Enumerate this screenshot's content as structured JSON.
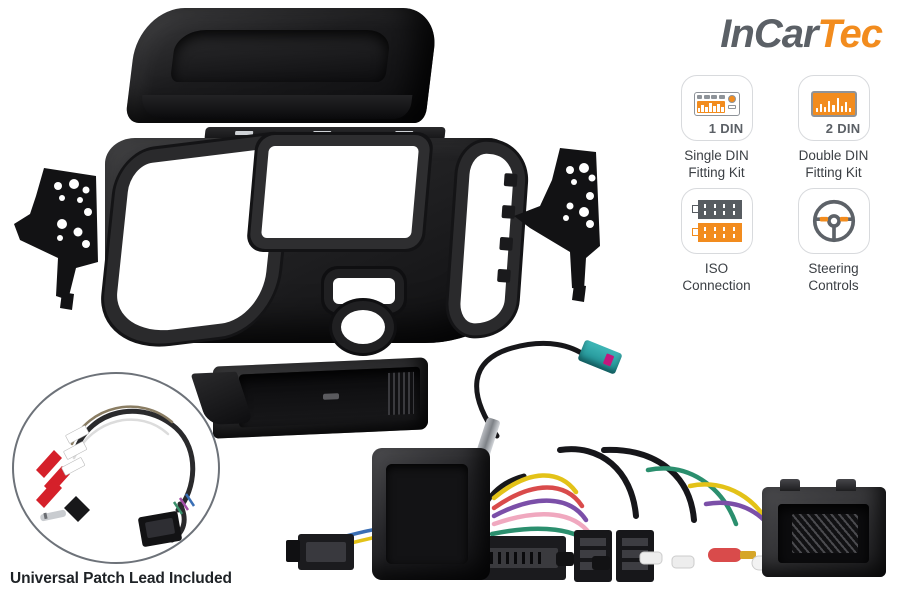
{
  "brand": {
    "name_part1": "InCar",
    "name_part2": "Tec",
    "color_dark": "#5b6066",
    "color_orange": "#f28c1e"
  },
  "features": [
    {
      "icon": "single-din-radio-icon",
      "badge": "1 DIN",
      "caption_line1": "Single DIN",
      "caption_line2": "Fitting Kit"
    },
    {
      "icon": "double-din-radio-icon",
      "badge": "2 DIN",
      "caption_line1": "Double DIN",
      "caption_line2": "Fitting Kit"
    },
    {
      "icon": "iso-connector-icon",
      "badge": "",
      "caption_line1": "ISO",
      "caption_line2": "Connection"
    },
    {
      "icon": "steering-wheel-icon",
      "badge": "",
      "caption_line1": "Steering",
      "caption_line2": "Controls"
    }
  ],
  "inset": {
    "caption": "Universal Patch Lead Included"
  },
  "parts": {
    "dash_trim": "dashboard-upper-trim-panel",
    "trim_strip": "trim-mounting-strip",
    "fascia": "double-din-fascia-panel",
    "bracket_left": "left-mounting-bracket",
    "bracket_right": "right-mounting-bracket",
    "pocket": "single-din-storage-pocket",
    "module": "steering-control-interface-module",
    "antenna_adapter": "fakra-antenna-adapter-lead",
    "speaker_block": "dashboard-speaker-vent-block",
    "patch_lead": "universal-patch-lead"
  },
  "colors": {
    "background": "#ffffff",
    "plastic_black": "#1c1c1e",
    "icon_grey": "#8e9399",
    "icon_border": "#d8dadd",
    "caption_text": "#3b3f44",
    "fakra_teal": "#2fa3a6",
    "fakra_pink": "#c2187d"
  }
}
